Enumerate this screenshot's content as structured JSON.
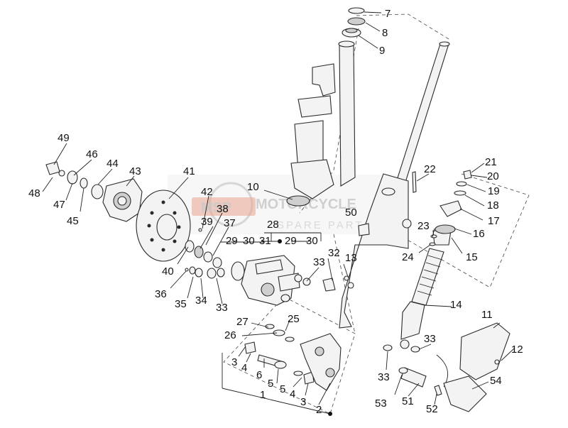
{
  "watermark": {
    "logo_text": "MSP",
    "line1": "MOTORCYCLE",
    "line2": "SPARE PARTS"
  },
  "callouts": {
    "c1": "1",
    "c2": "2",
    "c3a": "3",
    "c3b": "3",
    "c4a": "4",
    "c4b": "4",
    "c5a": "5",
    "c5b": "5",
    "c6": "6",
    "c7": "7",
    "c8": "8",
    "c9": "9",
    "c10": "10",
    "c11": "11",
    "c12": "12",
    "c13": "13",
    "c14": "14",
    "c15": "15",
    "c16": "16",
    "c17": "17",
    "c18": "18",
    "c19": "19",
    "c20": "20",
    "c21": "21",
    "c22": "22",
    "c23": "23",
    "c24": "24",
    "c25": "25",
    "c26": "26",
    "c27": "27",
    "c28": "28",
    "c29a": "29",
    "c29b": "29",
    "c30a": "30",
    "c30b": "30",
    "c31": "31",
    "c32": "32",
    "c33a": "33",
    "c33b": "33",
    "c33c": "33",
    "c33d": "33",
    "c34": "34",
    "c35": "35",
    "c36": "36",
    "c37": "37",
    "c38": "38",
    "c39": "39",
    "c40": "40",
    "c41": "41",
    "c42": "42",
    "c43": "43",
    "c44": "44",
    "c45": "45",
    "c46": "46",
    "c47": "47",
    "c48": "48",
    "c49": "49",
    "c50": "50",
    "c51": "51",
    "c52": "52",
    "c53": "53",
    "c54": "54"
  }
}
